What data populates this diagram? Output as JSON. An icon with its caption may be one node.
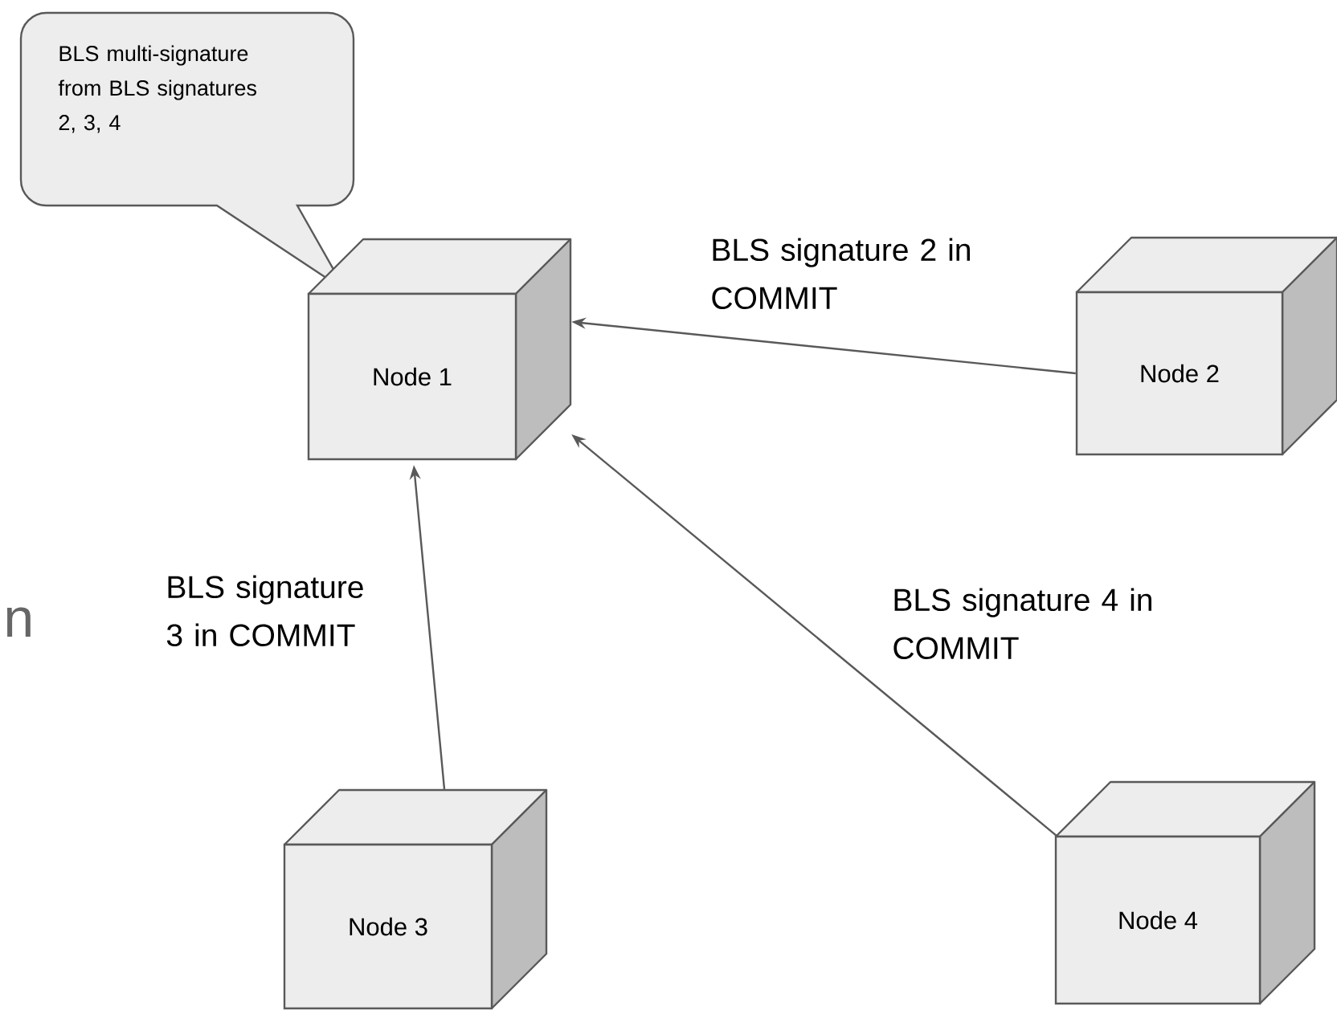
{
  "diagram": {
    "nodes": [
      {
        "text": [
          "BLS multi-signature from BLS signatures 2, 3, 4"
        ]
      },
      {
        "text": [
          "Node 1"
        ]
      },
      {
        "text": [
          "Node 2"
        ]
      },
      {
        "text": [
          "Node 3"
        ]
      },
      {
        "text": [
          "Node 4"
        ]
      }
    ],
    "edges": [
      {
        "from": 2,
        "to": 1,
        "arrow": "to",
        "label": "BLS signature 2 in COMMIT"
      },
      {
        "from": 3,
        "to": 1,
        "arrow": "to",
        "label": "BLS signature 3 in COMMIT"
      },
      {
        "from": 4,
        "to": 1,
        "arrow": "to",
        "label": "BLS signature 4 in COMMIT"
      }
    ],
    "labels": [
      "n"
    ]
  }
}
